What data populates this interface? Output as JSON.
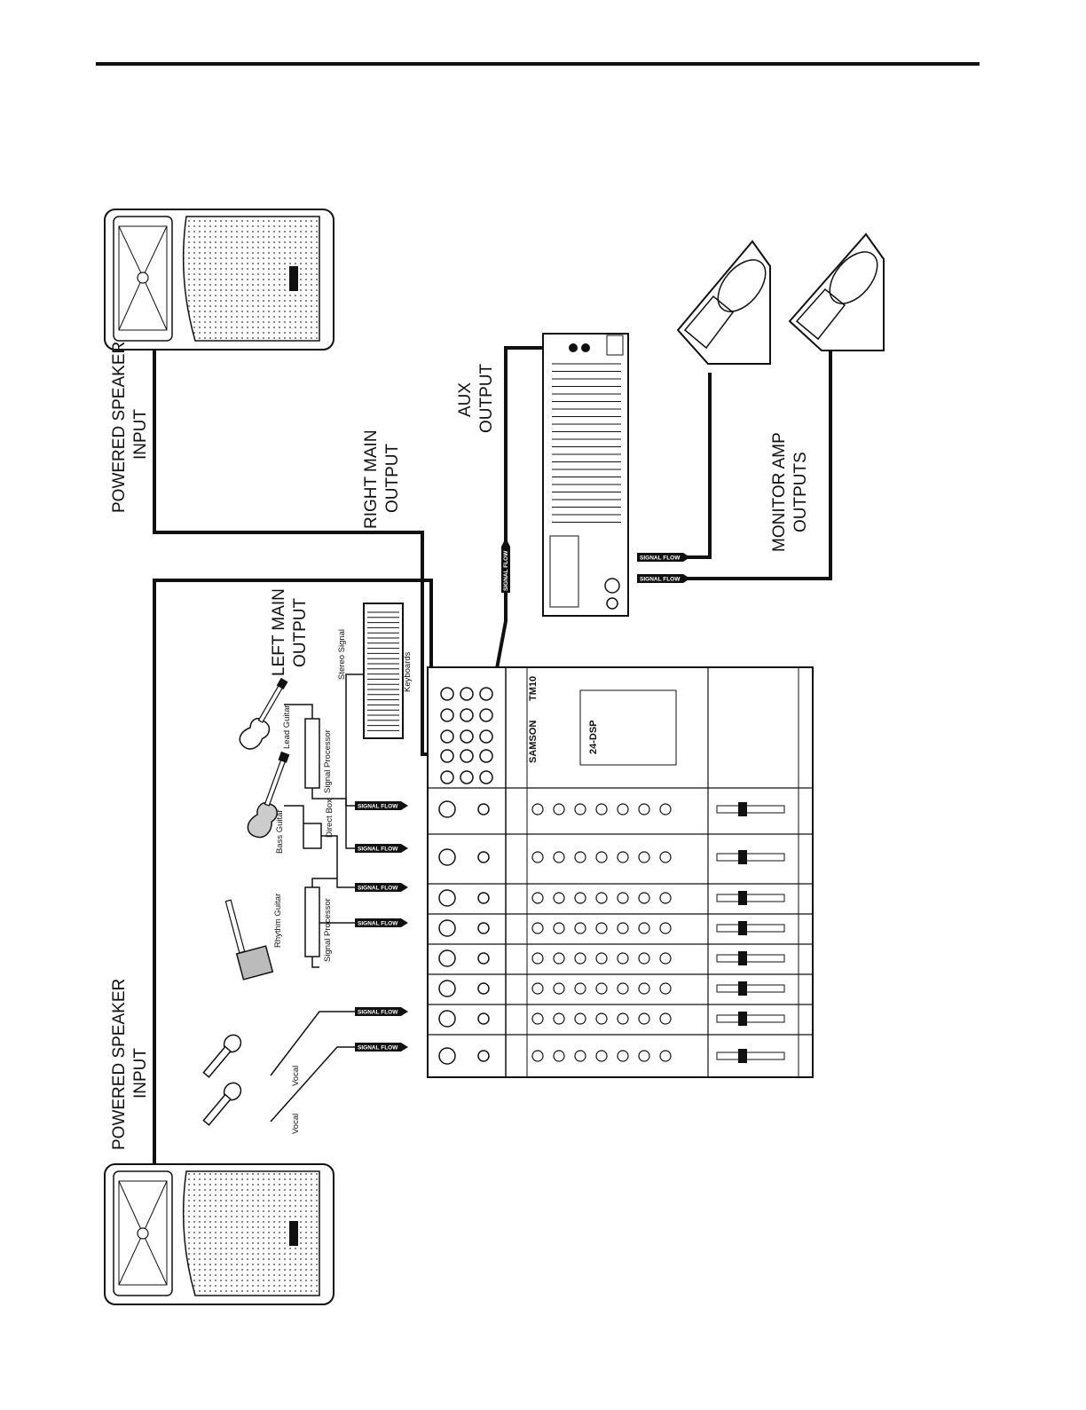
{
  "labels": {
    "powered_speaker_top": [
      "POWERED SPEAKER",
      "INPUT"
    ],
    "powered_speaker_bottom": [
      "POWERED SPEAKER",
      "INPUT"
    ],
    "left_main_output": [
      "LEFT MAIN",
      "OUTPUT"
    ],
    "right_main_output": [
      "RIGHT MAIN",
      "OUTPUT"
    ],
    "aux_output": [
      "AUX",
      "OUTPUT"
    ],
    "monitor_amp_outputs": [
      "MONITOR AMP",
      "OUTPUTS"
    ]
  },
  "sources": {
    "lead_guitar": "Lead Guitar",
    "bass_guitar": "Bass Guitar",
    "rhythm_guitar": "Rhythm Guitar",
    "vocal_1": "Vocal",
    "vocal_2": "Vocal",
    "keyboards": "Keyboards",
    "stereo_signal": "Stereo Signal",
    "signal_processor_1": "Signal Processor",
    "signal_processor_2": "Signal Processor",
    "direct_box": "Direct Box"
  },
  "signal_flow_tag": "SIGNAL FLOW",
  "mixer": {
    "brand": "SAMSON",
    "model": "TM10",
    "dsp": "24-DSP"
  }
}
